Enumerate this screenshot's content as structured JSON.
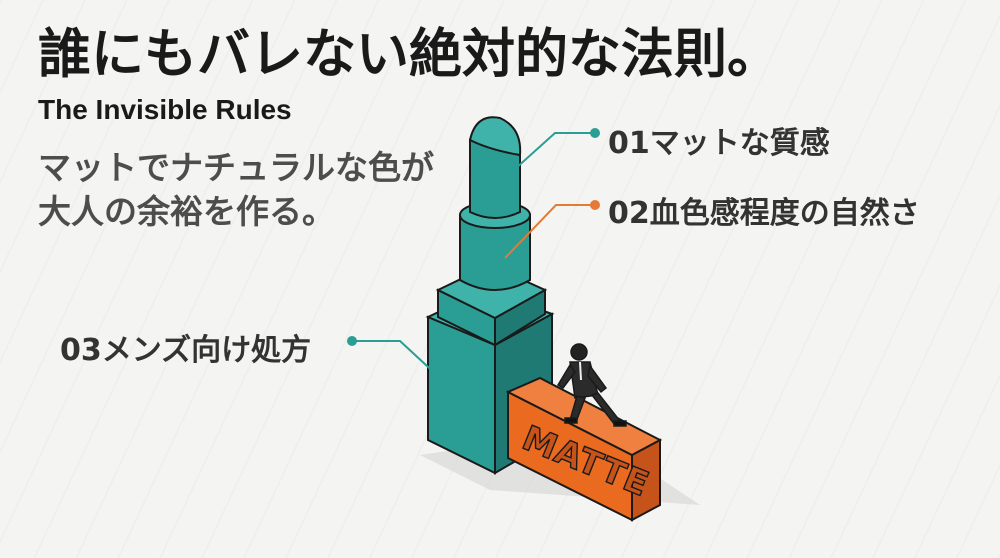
{
  "heading": {
    "title": "誰にもバレない絶対的な法則。",
    "subtitle": "The Invisible Rules"
  },
  "tagline": {
    "line1": "マットでナチュラルな色が",
    "line2": "大人の余裕を作る。"
  },
  "callouts": [
    {
      "label": "01マットな質感",
      "color": "#2a9d94"
    },
    {
      "label": "02血色感程度の自然さ",
      "color": "#e57a35"
    },
    {
      "label": "03メンズ向け処方",
      "color": "#2a9d94"
    }
  ],
  "illustration": {
    "block_text": "MATTE",
    "colors": {
      "teal": "#2a9d94",
      "teal_dark": "#1e7a72",
      "orange": "#ea6a1f",
      "orange_dark": "#c6531a"
    }
  }
}
